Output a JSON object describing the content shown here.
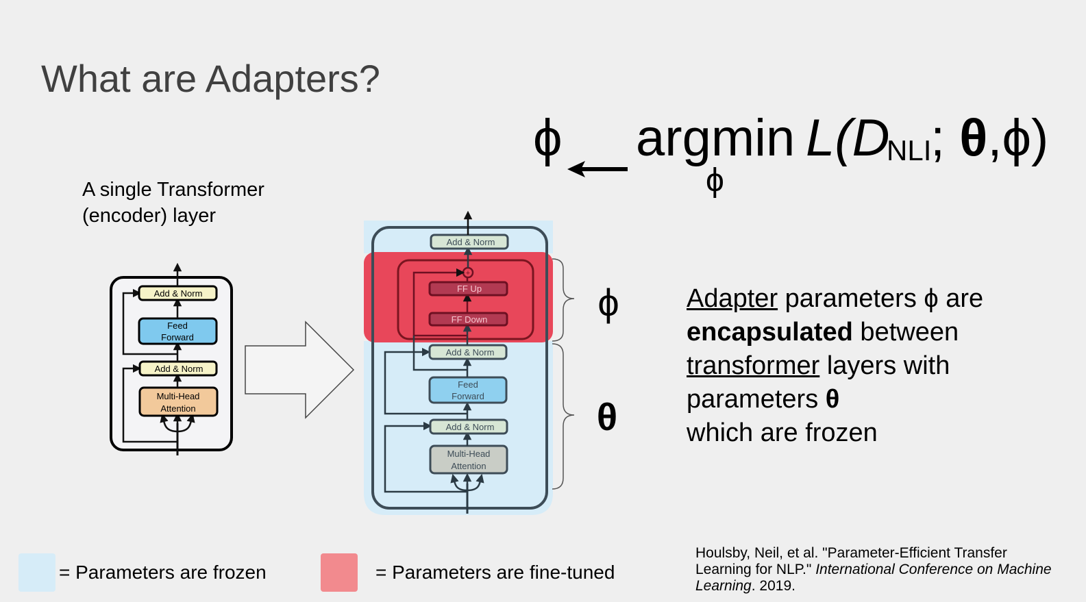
{
  "title": "What are Adapters?",
  "equation": {
    "phi": "ϕ",
    "arrow": "⟵",
    "argmin": "argmin",
    "subscript_phi": "ϕ",
    "L_open": "L(D",
    "subscript_nli": "NLI",
    "rest_sep": "; ",
    "theta": "θ",
    "rest_tail": ",ϕ)"
  },
  "left_caption": {
    "line1": "A single Transformer",
    "line2": "(encoder) layer"
  },
  "left_diagram": {
    "add_norm_top": "Add & Norm",
    "feed_forward_1": "Feed",
    "feed_forward_2": "Forward",
    "add_norm_bottom": "Add & Norm",
    "mha_1": "Multi-Head",
    "mha_2": "Attention"
  },
  "right_diagram": {
    "add_norm_top": "Add & Norm",
    "ff_up": "FF Up",
    "ff_down": "FF Down",
    "add_norm_mid": "Add & Norm",
    "feed_forward_1": "Feed",
    "feed_forward_2": "Forward",
    "add_norm_bottom": "Add & Norm",
    "mha_1": "Multi-Head",
    "mha_2": "Attention",
    "plus": "+"
  },
  "brace_labels": {
    "phi": "ϕ",
    "theta": "θ"
  },
  "description": {
    "adapter": "Adapter",
    "line1_rest": " parameters ϕ are",
    "encapsulated": "encapsulated",
    "line2_rest": " between",
    "transformer": "transformer",
    "line3_rest": " layers with",
    "line4": "parameters ",
    "theta": "θ",
    "line5": "which are frozen"
  },
  "legend": {
    "frozen_text": "= Parameters are frozen",
    "tuned_text": "= Parameters are fine-tuned",
    "frozen_color": "#d6ecf8",
    "tuned_color": "#f28a8e"
  },
  "citation": {
    "line1": "Houlsby, Neil, et al. \"Parameter-Efficient Transfer",
    "line2_plain": "Learning for NLP.\" ",
    "line2_italic": "International Conference on Machine",
    "line3_italic": "Learning",
    "line3_plain": ". 2019."
  },
  "colors": {
    "frozen_region": "#d6ecf8",
    "adapter_region": "#e8475a",
    "add_norm_fill": "#f6f3c8",
    "feed_forward_fill": "#7fc9ee",
    "mha_fill": "#f2c99b"
  }
}
